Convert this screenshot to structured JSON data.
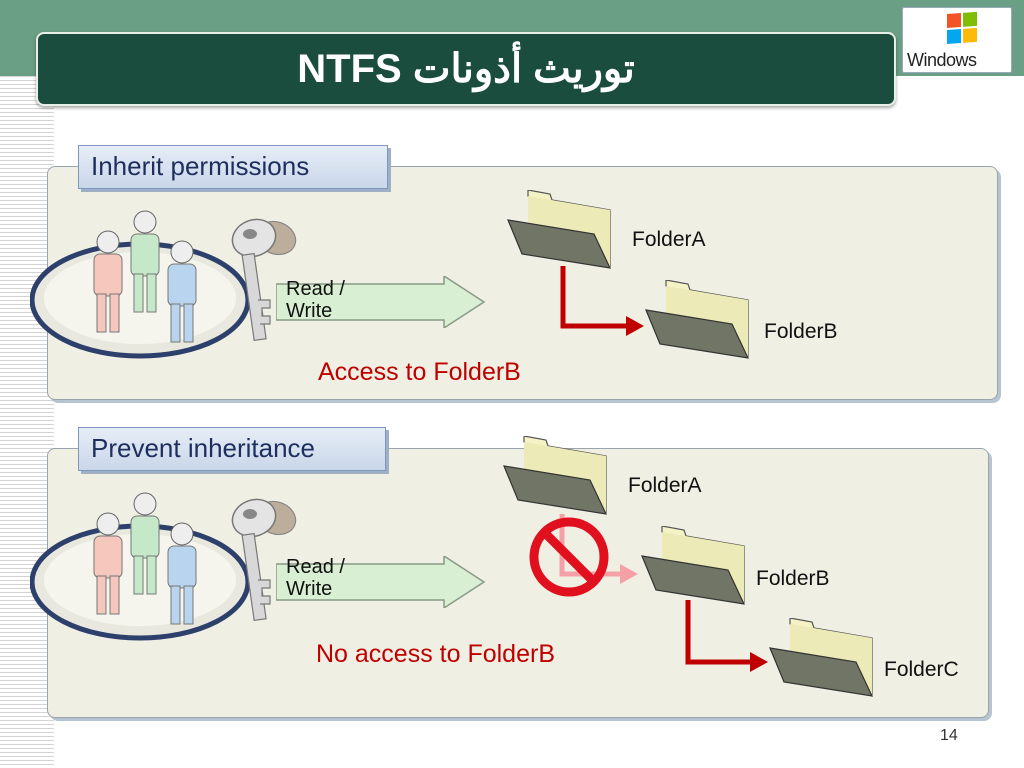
{
  "slide": {
    "title": "NTFS توريث أذونات",
    "logo_text": "Windows",
    "page_number": "14"
  },
  "sections": [
    {
      "label": "Inherit permissions",
      "permission_label": [
        "Read /",
        "Write"
      ],
      "folders": [
        "FolderA",
        "FolderB"
      ],
      "result": "Access to FolderB"
    },
    {
      "label": "Prevent inheritance",
      "permission_label": [
        "Read /",
        "Write"
      ],
      "folders": [
        "FolderA",
        "FolderB",
        "FolderC"
      ],
      "result": "No access to FolderB"
    }
  ],
  "colors": {
    "title_bg": "#1b4d3e",
    "band": "#6a9e85",
    "panel_bg": "#efefe4",
    "arrow_red": "#c00000",
    "blocked_pink": "#f4a0a6",
    "result_text": "#c00000"
  }
}
